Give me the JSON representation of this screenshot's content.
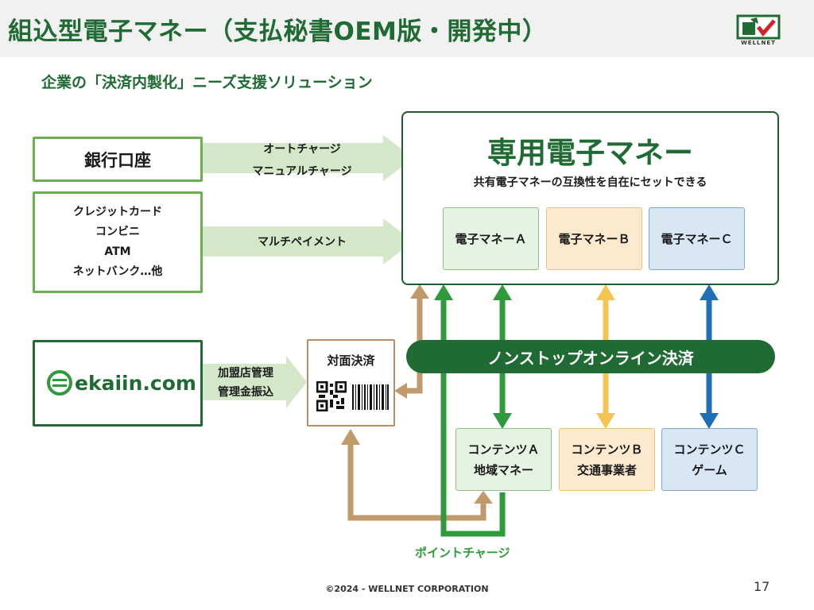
{
  "header": {
    "title": "組込型電子マネー（支払秘書OEM版・開発中）",
    "logo_text": "WELLNET"
  },
  "subtitle": "企業の「決済内製化」ニーズ支援ソリューション",
  "sources": {
    "bank": "銀行口座",
    "others": [
      "クレジットカード",
      "コンビニ",
      "ATM",
      "ネットバンク…他"
    ]
  },
  "arrows": {
    "bank_line1": "オートチャージ",
    "bank_line2": "マニュアルチャージ",
    "multi": "マルチペイメント",
    "ekaiin_line1": "加盟店管理",
    "ekaiin_line2": "管理金振込"
  },
  "main": {
    "title": "専用電子マネー",
    "subtitle": "共有電子マネーの互換性を自在にセットできる",
    "moneys": [
      "電子マネーＡ",
      "電子マネーＢ",
      "電子マネーＣ"
    ]
  },
  "nonstop": "ノンストップオンライン決済",
  "ekaiin": "ekaiin.com",
  "taimen": "対面決済",
  "contents": [
    {
      "line1": "コンテンツＡ",
      "line2": "地域マネー"
    },
    {
      "line1": "コンテンツＢ",
      "line2": "交通事業者"
    },
    {
      "line1": "コンテンツＣ",
      "line2": "ゲーム"
    }
  ],
  "point_charge": "ポイントチャージ",
  "footer": "©2024 - WELLNET CORPORATION",
  "page_number": "17",
  "colors": {
    "dark_green": "#1f6b33",
    "light_green": "#6ab04c",
    "arrow_green": "#2e9a3c",
    "arrow_tan": "#c19a6b",
    "arrow_yellow": "#f5c451",
    "arrow_blue": "#1f6fb5",
    "pale_arrow": "#d4e8c9"
  }
}
